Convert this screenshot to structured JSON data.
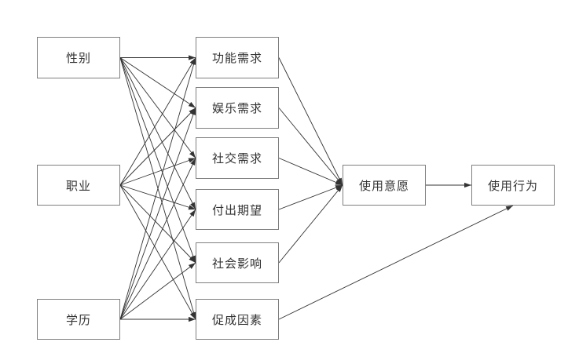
{
  "diagram": {
    "type": "path-model",
    "line_color": "#333333",
    "nodes": {
      "gender": {
        "label": "性别",
        "column": "demographics"
      },
      "occupation": {
        "label": "职业",
        "column": "demographics"
      },
      "education": {
        "label": "学历",
        "column": "demographics"
      },
      "func": {
        "label": "功能需求",
        "column": "factors"
      },
      "ent": {
        "label": "娱乐需求",
        "column": "factors"
      },
      "social": {
        "label": "社交需求",
        "column": "factors"
      },
      "effort": {
        "label": "付出期望",
        "column": "factors"
      },
      "influence": {
        "label": "社会影响",
        "column": "factors"
      },
      "facil": {
        "label": "促成因素",
        "column": "factors"
      },
      "intent": {
        "label": "使用意愿",
        "column": "outcome"
      },
      "behavior": {
        "label": "使用行为",
        "column": "outcome"
      }
    },
    "edges": [
      {
        "from": "gender",
        "to": "func"
      },
      {
        "from": "gender",
        "to": "ent"
      },
      {
        "from": "gender",
        "to": "social"
      },
      {
        "from": "gender",
        "to": "effort"
      },
      {
        "from": "gender",
        "to": "influence"
      },
      {
        "from": "gender",
        "to": "facil"
      },
      {
        "from": "occupation",
        "to": "func"
      },
      {
        "from": "occupation",
        "to": "ent"
      },
      {
        "from": "occupation",
        "to": "social"
      },
      {
        "from": "occupation",
        "to": "effort"
      },
      {
        "from": "occupation",
        "to": "influence"
      },
      {
        "from": "occupation",
        "to": "facil"
      },
      {
        "from": "education",
        "to": "func"
      },
      {
        "from": "education",
        "to": "ent"
      },
      {
        "from": "education",
        "to": "social"
      },
      {
        "from": "education",
        "to": "effort"
      },
      {
        "from": "education",
        "to": "influence"
      },
      {
        "from": "education",
        "to": "facil"
      },
      {
        "from": "func",
        "to": "intent"
      },
      {
        "from": "ent",
        "to": "intent"
      },
      {
        "from": "social",
        "to": "intent"
      },
      {
        "from": "effort",
        "to": "intent"
      },
      {
        "from": "influence",
        "to": "intent"
      },
      {
        "from": "intent",
        "to": "behavior"
      },
      {
        "from": "facil",
        "to": "behavior"
      }
    ]
  }
}
